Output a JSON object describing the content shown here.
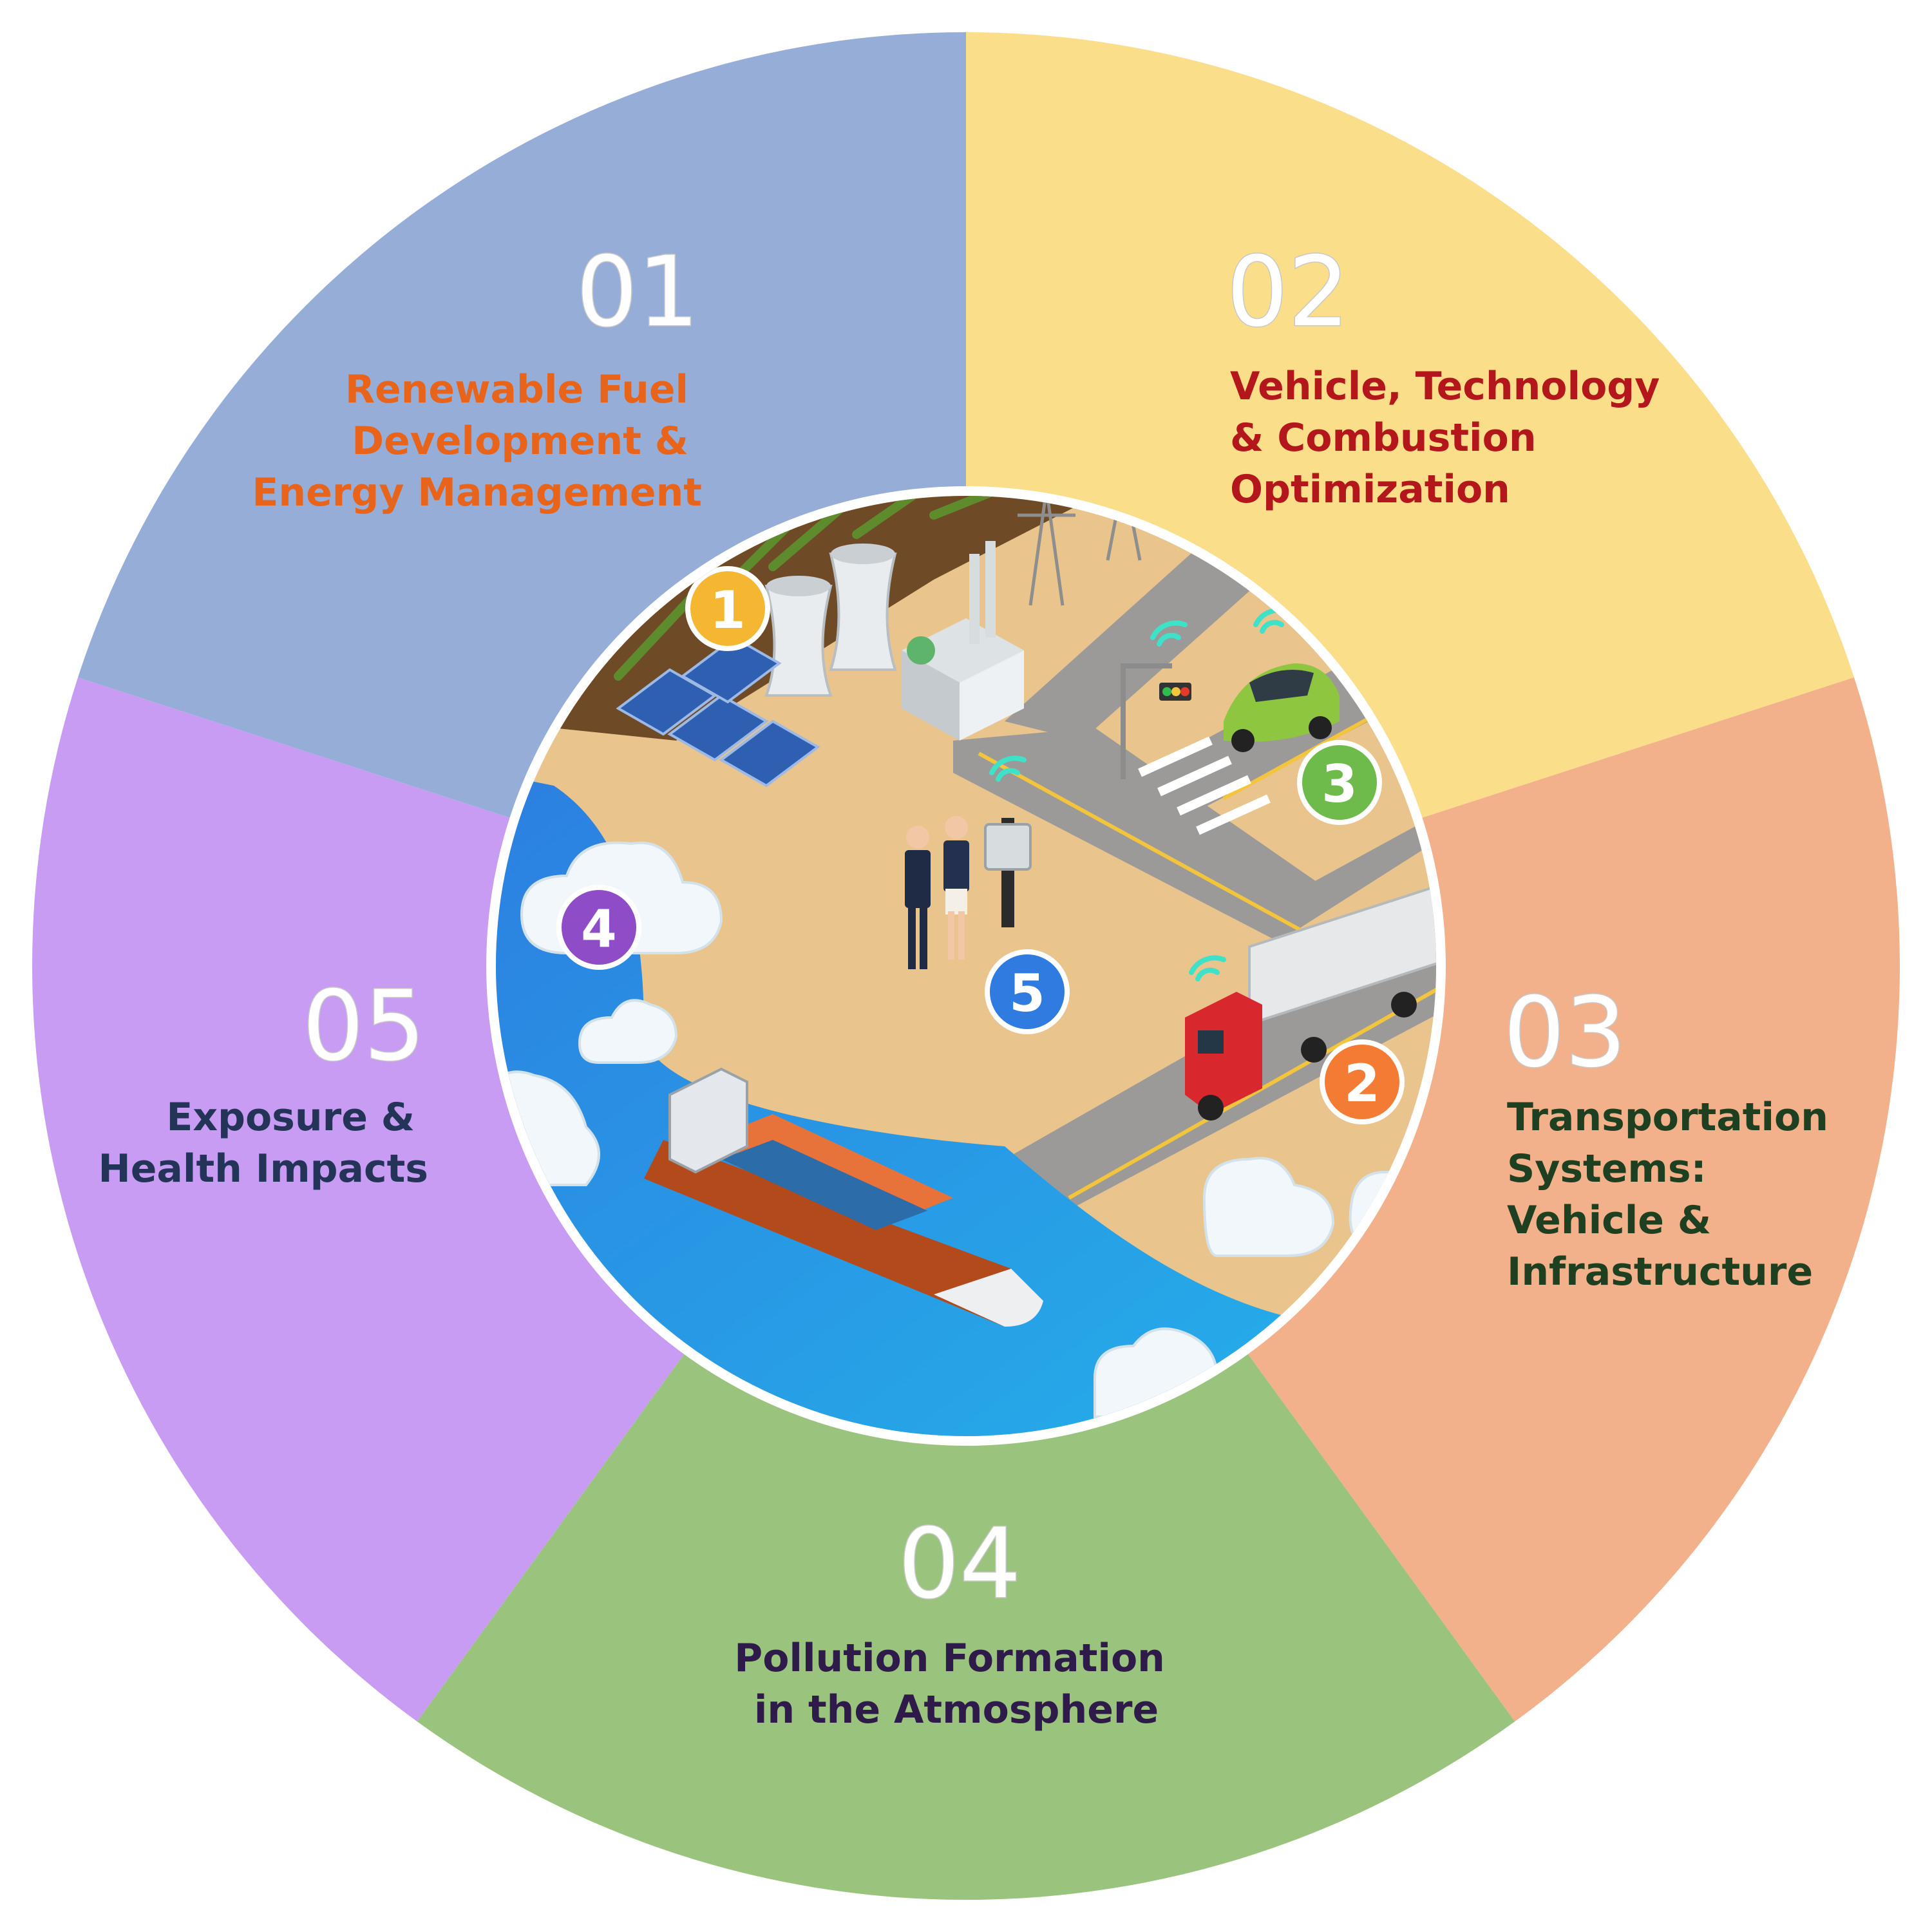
{
  "segments": [
    {
      "number": "01",
      "label_lines": [
        "Renewable Fuel",
        "Development &",
        "Energy Management"
      ],
      "color": "#FBDE8A",
      "text_color": "#E8641B"
    },
    {
      "number": "02",
      "label_lines": [
        "Vehicle, Technology",
        "& Combustion",
        "Optimization"
      ],
      "color": "#F2B08B",
      "text_color": "#B3161B"
    },
    {
      "number": "03",
      "label_lines": [
        "Transportation",
        "Systems:",
        "Vehicle &",
        "Infrastructure"
      ],
      "color": "#9AC47E",
      "text_color": "#1E4020"
    },
    {
      "number": "04",
      "label_lines": [
        "Pollution Formation",
        "in the Atmosphere"
      ],
      "color": "#C79CF2",
      "text_color": "#2E1B4A"
    },
    {
      "number": "05",
      "label_lines": [
        "Exposure &",
        "Health Impacts"
      ],
      "color": "#96AED7",
      "text_color": "#243459"
    }
  ],
  "badges": [
    {
      "number": "1",
      "color": "#F5B731"
    },
    {
      "number": "2",
      "color": "#F47B34"
    },
    {
      "number": "3",
      "color": "#6EBA4B"
    },
    {
      "number": "4",
      "color": "#8E4CC6"
    },
    {
      "number": "5",
      "color": "#2F7BE0"
    }
  ],
  "icons": {
    "power-plant": "power-plant-icon",
    "solar-panels": "solar-panel-icon",
    "crop-field": "crop-field-icon",
    "traffic-light": "traffic-light-icon",
    "car": "car-icon",
    "truck": "truck-icon",
    "cargo-ship": "cargo-ship-icon",
    "sensor": "sensor-station-icon",
    "people": "people-icon"
  }
}
